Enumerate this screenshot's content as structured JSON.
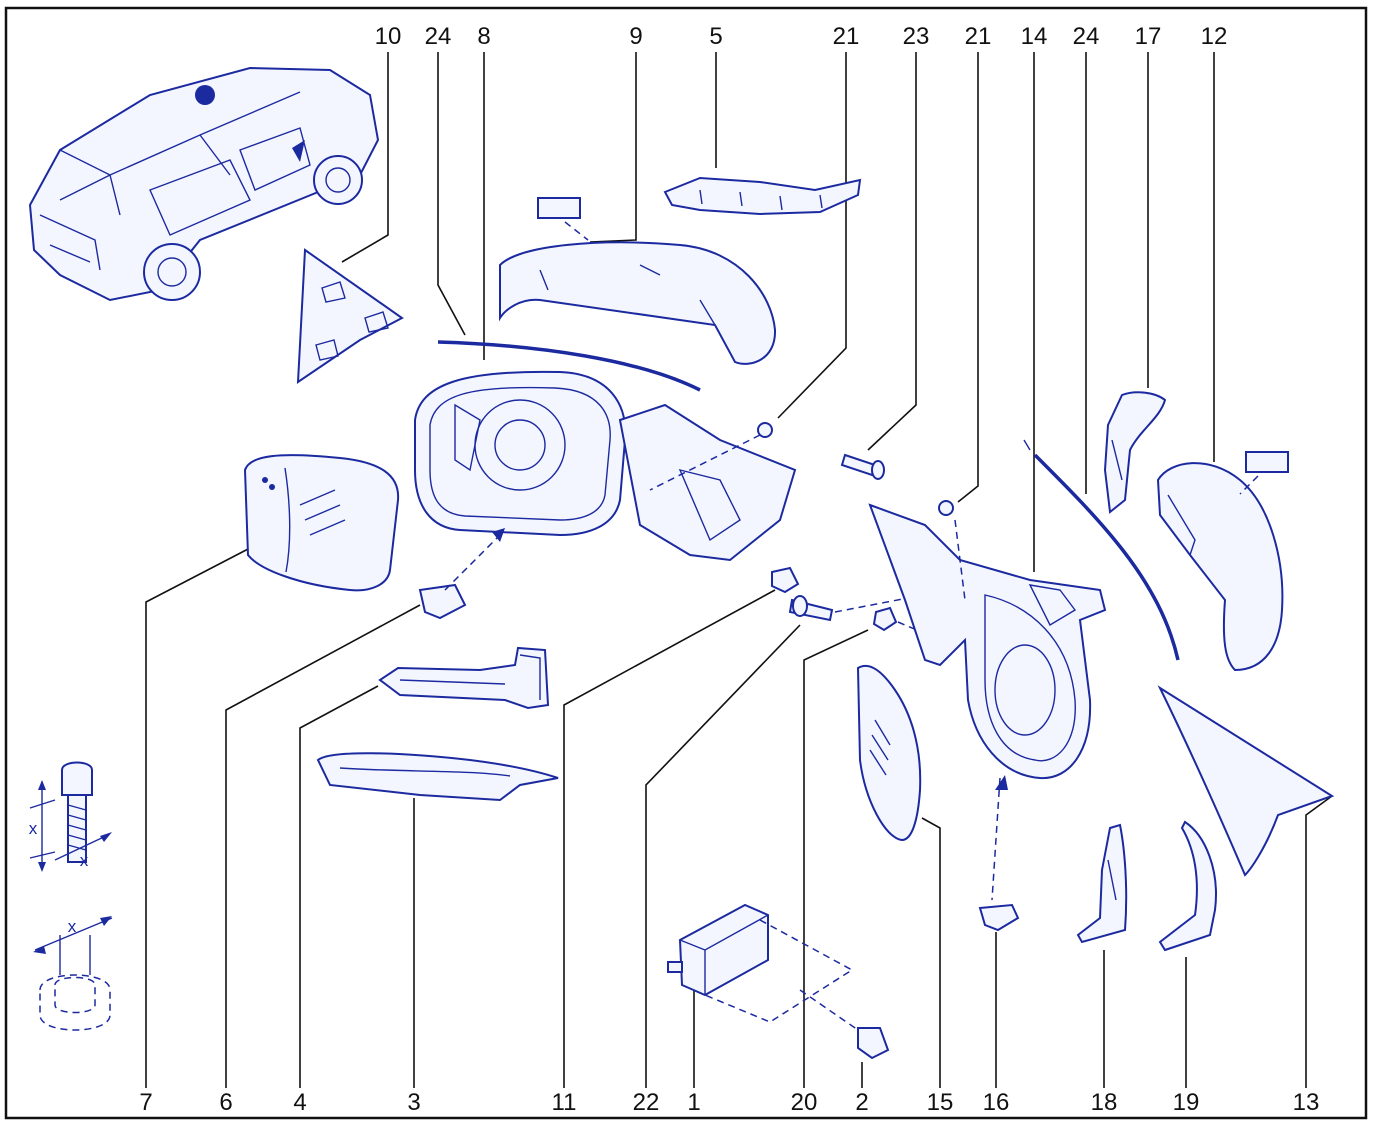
{
  "diagram": {
    "top_callouts": [
      "10",
      "24",
      "8",
      "9",
      "5",
      "21",
      "23",
      "21",
      "14",
      "24",
      "17",
      "12"
    ],
    "bottom_callouts": [
      "7",
      "6",
      "4",
      "3",
      "11",
      "22",
      "1",
      "20",
      "2",
      "15",
      "16",
      "18",
      "19",
      "13"
    ],
    "dimension_symbols": [
      "x",
      "x",
      "x"
    ],
    "accent_color": "#1c2aa0",
    "parts": [
      "vehicle-overview",
      "sail-trim-left",
      "mirror-housing-left",
      "mirror-cap-left",
      "mirror-trim-upper",
      "mirror-glass-left",
      "glass-clip",
      "indicator-lens",
      "lower-cover",
      "grommet",
      "bolt",
      "nut",
      "blind-spot-module",
      "module-screw",
      "mirror-housing-right",
      "mirror-glass-right",
      "clip-right",
      "mirror-cap-right",
      "indicator-right",
      "trim-piece-18",
      "trim-piece-19",
      "sail-trim-right",
      "seal-strip"
    ]
  }
}
